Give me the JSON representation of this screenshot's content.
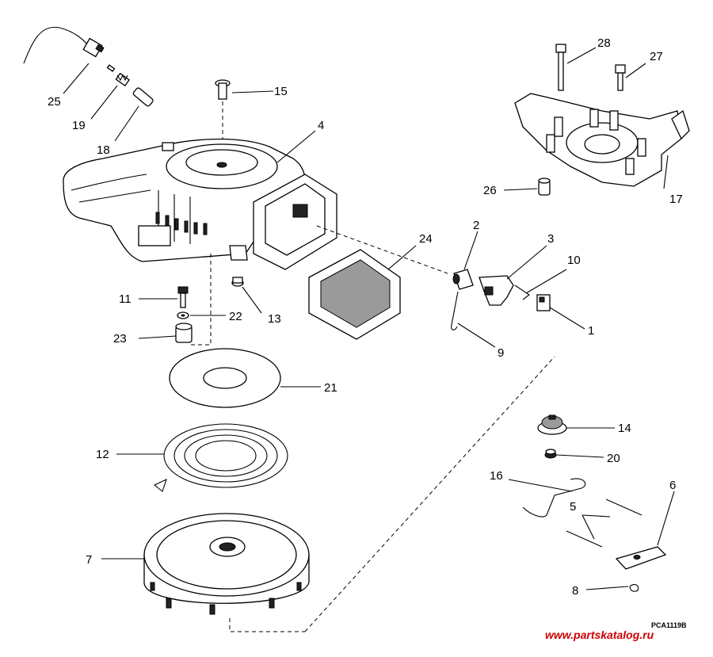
{
  "diagram": {
    "callouts": [
      {
        "id": "c1",
        "label": "1"
      },
      {
        "id": "c2",
        "label": "2"
      },
      {
        "id": "c3",
        "label": "3"
      },
      {
        "id": "c4",
        "label": "4"
      },
      {
        "id": "c5",
        "label": "5"
      },
      {
        "id": "c6",
        "label": "6"
      },
      {
        "id": "c7",
        "label": "7"
      },
      {
        "id": "c8",
        "label": "8"
      },
      {
        "id": "c9",
        "label": "9"
      },
      {
        "id": "c10",
        "label": "10"
      },
      {
        "id": "c11",
        "label": "11"
      },
      {
        "id": "c12",
        "label": "12"
      },
      {
        "id": "c13",
        "label": "13"
      },
      {
        "id": "c14",
        "label": "14"
      },
      {
        "id": "c15",
        "label": "15"
      },
      {
        "id": "c16",
        "label": "16"
      },
      {
        "id": "c17",
        "label": "17"
      },
      {
        "id": "c18",
        "label": "18"
      },
      {
        "id": "c19",
        "label": "19"
      },
      {
        "id": "c20",
        "label": "20"
      },
      {
        "id": "c21",
        "label": "21"
      },
      {
        "id": "c22",
        "label": "22"
      },
      {
        "id": "c23",
        "label": "23"
      },
      {
        "id": "c24",
        "label": "24"
      },
      {
        "id": "c25",
        "label": "25"
      },
      {
        "id": "c26",
        "label": "26"
      },
      {
        "id": "c27",
        "label": "27"
      },
      {
        "id": "c28",
        "label": "28"
      }
    ],
    "drawing_code": "PCA1119B",
    "watermark": "www.partskatalog.ru",
    "colors": {
      "ink": "#000000",
      "watermark": "#cc0000",
      "background": "#ffffff"
    }
  }
}
